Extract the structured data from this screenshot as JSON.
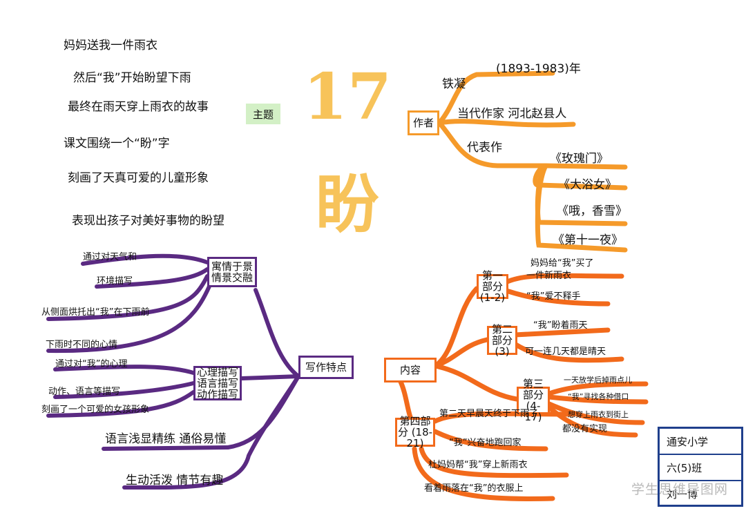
{
  "title": {
    "line1": "17",
    "line2": "盼"
  },
  "theme": {
    "label": "主题",
    "lines": [
      "妈妈送我一件雨衣",
      "然后“我”开始盼望下雨",
      "最终在雨天穿上雨衣的故事",
      "课文围绕一个“盼”字",
      "刻画了天真可爱的儿童形象",
      "表现出孩子对美好事物的盼望"
    ]
  },
  "author": {
    "label": "作者",
    "name": "铁凝",
    "years": "(1893-1983)年",
    "identity": "当代作家  河北赵县人",
    "works_label": "代表作",
    "works": [
      "《玫瑰门》",
      "《大浴女》",
      "《哦，香雪》",
      "《第十一夜》"
    ]
  },
  "writing": {
    "label": "写作特点",
    "b1": {
      "label": "寓情于景 情景交融",
      "items": [
        "通过对天气和",
        "环境描写",
        "从侧面烘托出“我”在下雨前",
        "下雨时不同的心情"
      ]
    },
    "b2": {
      "label": "心理描写 语言描写 动作描写",
      "items": [
        "通过对“我”的心理",
        "动作、语言等描写",
        "刻画了一个可爱的女孩形象"
      ]
    },
    "b3": {
      "items": [
        "语言浅显精练  通俗易懂",
        "生动活泼  情节有趣"
      ]
    }
  },
  "content": {
    "label": "内容",
    "p1": {
      "label": "第一部分 (1-2)",
      "items": [
        "妈妈给“我”买了",
        "一件新雨衣",
        "“我”爱不释手"
      ]
    },
    "p2": {
      "label": "第二部分 (3)",
      "items": [
        "“我”盼着雨天",
        "可一连几天都是晴天"
      ]
    },
    "p3": {
      "label": "第三部分 (4-17)",
      "items": [
        "一天放学后掉雨点儿",
        "“我”寻找各种借口",
        "想穿上雨衣到街上",
        "都没有实现"
      ]
    },
    "p4": {
      "label": "第四部分 (18-21)",
      "items": [
        "第二天早晨天终于下雨了",
        "“我”兴奋地跑回家",
        "杜妈妈帮“我”穿上新雨衣",
        "看着雨落在“我”的衣服上"
      ]
    }
  },
  "school": {
    "name": "通安小学",
    "class": "六(5)班",
    "student": "刘一博"
  },
  "watermark": "学生思维导图网",
  "colors": {
    "author": "#f59a2a",
    "writing": "#5a2a82",
    "content": "#f26a1b",
    "title": "#f7c35a",
    "theme_bg": "#d3f0c6",
    "school_border": "#1f3f8c"
  }
}
